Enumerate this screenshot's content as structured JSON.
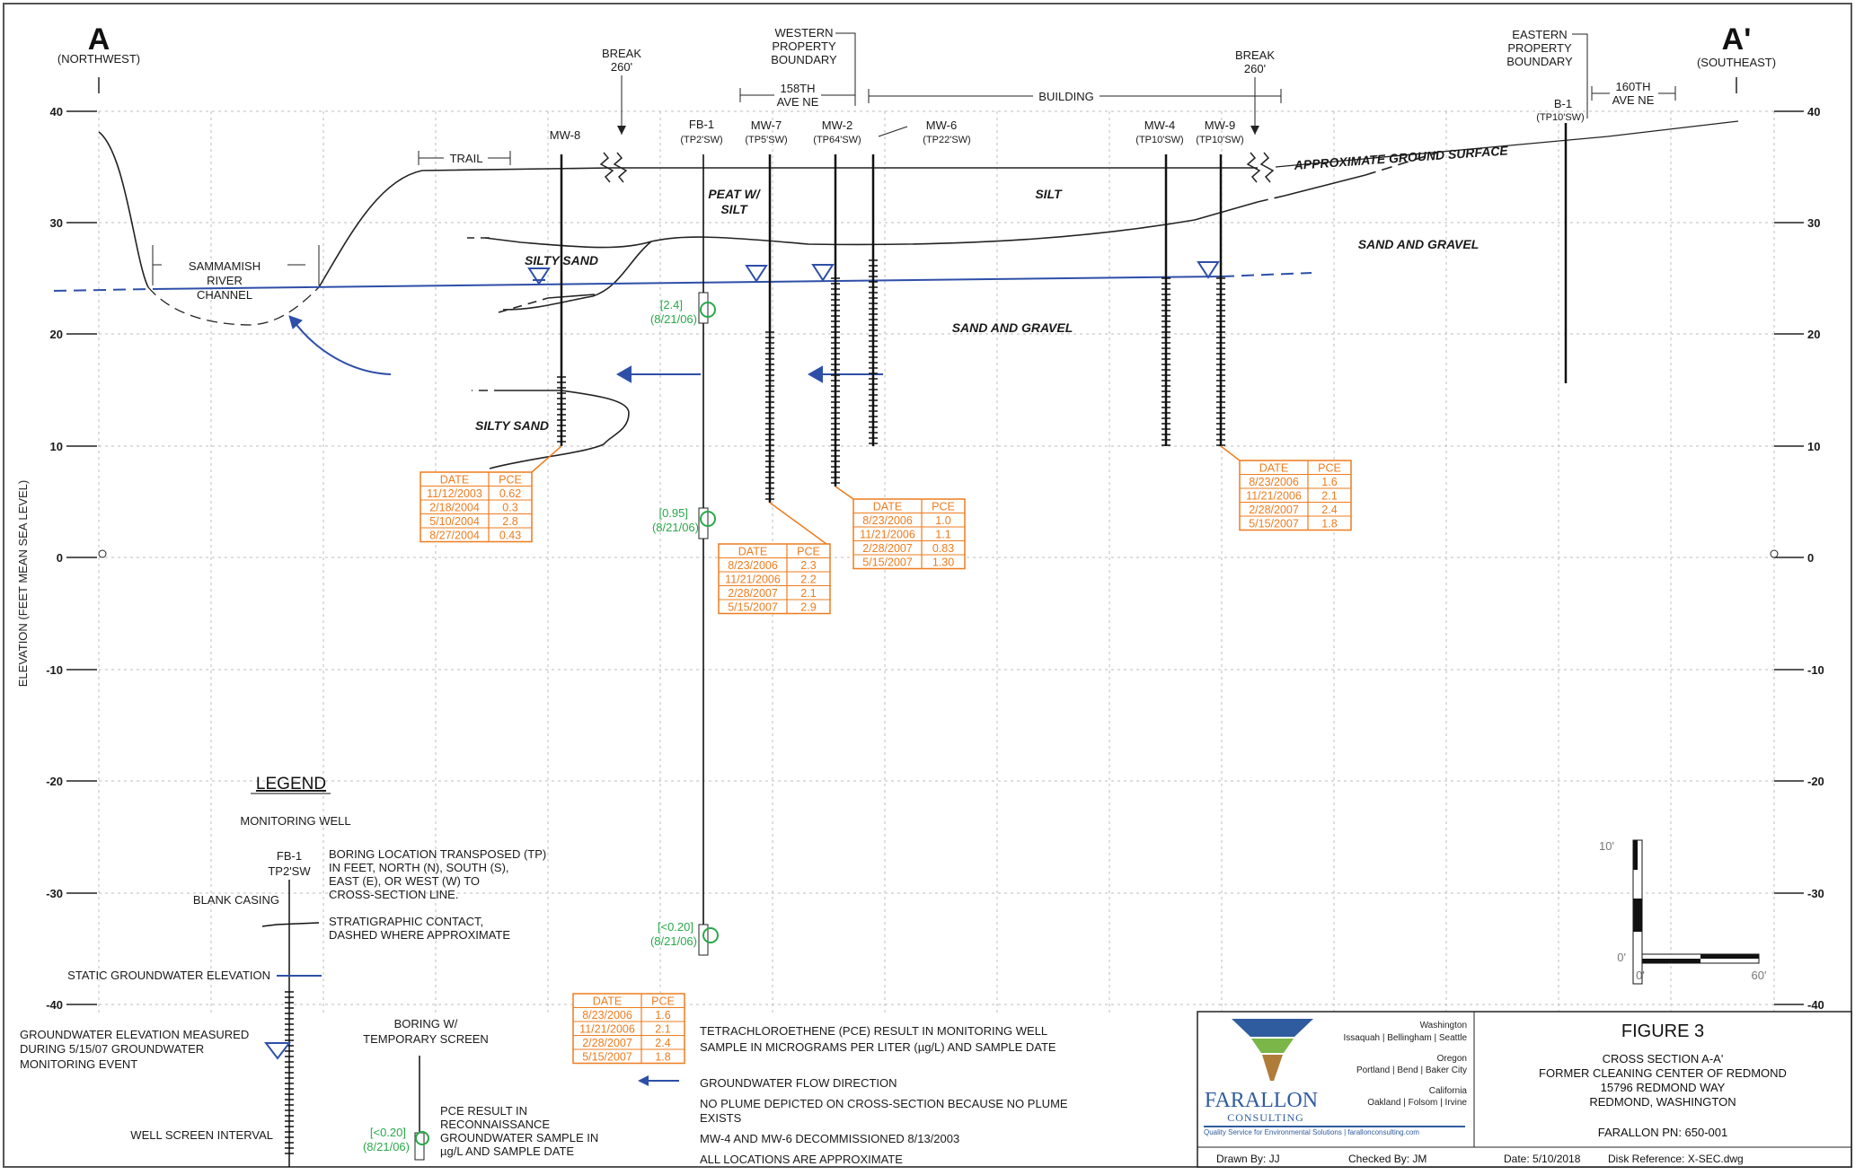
{
  "section_labels": {
    "a": "A",
    "a_dir": "(NORTHWEST)",
    "a_prime": "A'",
    "a_prime_dir": "(SOUTHEAST)"
  },
  "axis": {
    "ylabel": "ELEVATION (FEET MEAN SEA LEVEL)",
    "left_ticks": [
      "40",
      "30",
      "20",
      "10",
      "0",
      "-10",
      "-20",
      "-30",
      "-40"
    ],
    "right_ticks": [
      "40",
      "30",
      "20",
      "10",
      "0",
      "-10",
      "-20",
      "-30",
      "-40"
    ]
  },
  "top_labels": {
    "break_left": "BREAK",
    "break_left_dist": "260'",
    "break_right": "BREAK",
    "break_right_dist": "260'",
    "western_1": "WESTERN",
    "western_2": "PROPERTY",
    "western_3": "BOUNDARY",
    "eastern_1": "EASTERN",
    "eastern_2": "PROPERTY",
    "eastern_3": "BOUNDARY",
    "ave158_1": "158TH",
    "ave158_2": "AVE NE",
    "ave160_1": "160TH",
    "ave160_2": "AVE NE",
    "building": "BUILDING",
    "trail": "TRAIL"
  },
  "wells": {
    "mw8": "MW-8",
    "fb1": "FB-1",
    "fb1_tp": "(TP2'SW)",
    "mw7": "MW-7",
    "mw7_tp": "(TP5'SW)",
    "mw2": "MW-2",
    "mw2_tp": "(TP64'SW)",
    "mw6": "MW-6",
    "mw6_tp": "(TP22'SW)",
    "mw4": "MW-4",
    "mw4_tp": "(TP10'SW)",
    "mw9": "MW-9",
    "mw9_tp": "(TP10'SW)",
    "b1": "B-1",
    "b1_tp": "(TP10'SW)"
  },
  "geology": {
    "ground_surface": "APPROXIMATE GROUND SURFACE",
    "silt": "SILT",
    "peat_1": "PEAT W/",
    "peat_2": "SILT",
    "silty_sand_upper": "SILTY SAND",
    "silty_sand_lower": "SILTY SAND",
    "sand_gravel_center": "SAND AND GRAVEL",
    "sand_gravel_right": "SAND AND GRAVEL",
    "river_1": "SAMMAMISH",
    "river_2": "RIVER",
    "river_3": "CHANNEL"
  },
  "samples": {
    "fb1_a_val": "[2.4]",
    "fb1_a_date": "(8/21/06)",
    "fb1_b_val": "[0.95]",
    "fb1_b_date": "(8/21/06)",
    "fb1_c_val": "[<0.20]",
    "fb1_c_date": "(8/21/06)"
  },
  "tables": {
    "mw8": {
      "h1": "DATE",
      "h2": "PCE",
      "rows": [
        [
          "11/12/2003",
          "0.62"
        ],
        [
          "2/18/2004",
          "0.3"
        ],
        [
          "5/10/2004",
          "2.8"
        ],
        [
          "8/27/2004",
          "0.43"
        ]
      ]
    },
    "mw7": {
      "h1": "DATE",
      "h2": "PCE",
      "rows": [
        [
          "8/23/2006",
          "2.3"
        ],
        [
          "11/21/2006",
          "2.2"
        ],
        [
          "2/28/2007",
          "2.1"
        ],
        [
          "5/15/2007",
          "2.9"
        ]
      ]
    },
    "mw2": {
      "h1": "DATE",
      "h2": "PCE",
      "rows": [
        [
          "8/23/2006",
          "1.0"
        ],
        [
          "11/21/2006",
          "1.1"
        ],
        [
          "2/28/2007",
          "0.83"
        ],
        [
          "5/15/2007",
          "1.30"
        ]
      ]
    },
    "mw9": {
      "h1": "DATE",
      "h2": "PCE",
      "rows": [
        [
          "8/23/2006",
          "1.6"
        ],
        [
          "11/21/2006",
          "2.1"
        ],
        [
          "2/28/2007",
          "2.4"
        ],
        [
          "5/15/2007",
          "1.8"
        ]
      ]
    },
    "legend": {
      "h1": "DATE",
      "h2": "PCE",
      "rows": [
        [
          "8/23/2006",
          "1.6"
        ],
        [
          "11/21/2006",
          "2.1"
        ],
        [
          "2/28/2007",
          "2.4"
        ],
        [
          "5/15/2007",
          "1.8"
        ]
      ]
    }
  },
  "legend": {
    "title": "LEGEND",
    "monitoring_well": "MONITORING WELL",
    "fb1": "FB-1",
    "fb1_tp": "TP2'SW",
    "transposed_1": "BORING LOCATION TRANSPOSED (TP)",
    "transposed_2": "IN FEET, NORTH (N), SOUTH (S),",
    "transposed_3": "EAST (E), OR WEST (W) TO",
    "transposed_4": "CROSS-SECTION LINE.",
    "blank_casing": "BLANK CASING",
    "strat_1": "STRATIGRAPHIC CONTACT,",
    "strat_2": "DASHED WHERE APPROXIMATE",
    "static_gw": "STATIC GROUNDWATER ELEVATION",
    "gw_measured_1": "GROUNDWATER ELEVATION MEASURED",
    "gw_measured_2": "DURING 5/15/07 GROUNDWATER",
    "gw_measured_3": "MONITORING EVENT",
    "well_screen": "WELL SCREEN INTERVAL",
    "boring_1": "BORING W/",
    "boring_2": "TEMPORARY SCREEN",
    "pce_recon_val": "[<0.20]",
    "pce_recon_date": "(8/21/06)",
    "pce_recon_1": "PCE RESULT IN",
    "pce_recon_2": "RECONNAISSANCE",
    "pce_recon_3": "GROUNDWATER SAMPLE IN",
    "pce_recon_4": "µg/L AND SAMPLE DATE",
    "tce_1": "TETRACHLOROETHENE (PCE) RESULT IN MONITORING WELL",
    "tce_2": "SAMPLE IN MICROGRAMS PER LITER (µg/L) AND SAMPLE DATE",
    "flow": "GROUNDWATER FLOW DIRECTION",
    "no_plume_1": "NO PLUME DEPICTED ON CROSS-SECTION BECAUSE NO PLUME",
    "no_plume_2": "EXISTS",
    "decom": "MW-4 AND MW-6 DECOMMISSIONED 8/13/2003",
    "approx": "ALL LOCATIONS ARE APPROXIMATE"
  },
  "scale": {
    "v": "10'",
    "zero_v": "0'",
    "zero_h": "0'",
    "h": "60'"
  },
  "title_block": {
    "company": "FARALLON",
    "company_sub": "CONSULTING",
    "tagline": "Quality Service for Environmental Solutions | farallonconsulting.com",
    "wa": "Washington",
    "wa_cities": "Issaquah | Bellingham | Seattle",
    "or": "Oregon",
    "or_cities": "Portland | Bend | Baker City",
    "ca": "California",
    "ca_cities": "Oakland | Folsom | Irvine",
    "figure": "FIGURE 3",
    "line1": "CROSS SECTION A-A'",
    "line2": "FORMER CLEANING CENTER OF REDMOND",
    "line3": "15796 REDMOND WAY",
    "line4": "REDMOND, WASHINGTON",
    "pn": "FARALLON PN:  650-001",
    "drawn": "Drawn By:  JJ",
    "checked": "Checked By: JM",
    "date": "Date: 5/10/2018",
    "disk": "Disk Reference: X-SEC.dwg"
  },
  "colors": {
    "groundwater": "#2e4fa8",
    "pce_table": "#ee7c1e",
    "sample": "#2aa84a"
  }
}
